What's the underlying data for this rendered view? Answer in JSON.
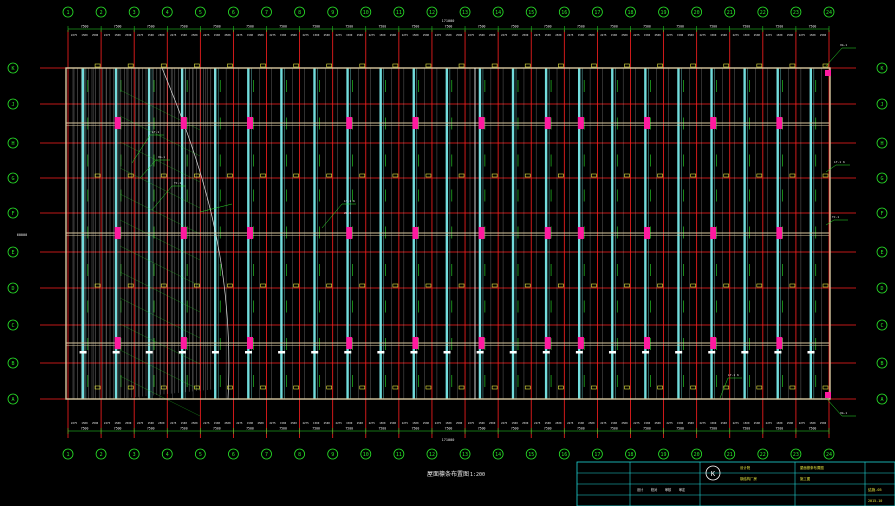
{
  "drawing": {
    "title": "屋面檩条布置图",
    "scale": "1:200",
    "total_dim": "171000",
    "side_dim": "60000"
  },
  "axes": {
    "columns": [
      "1",
      "2",
      "3",
      "4",
      "5",
      "6",
      "7",
      "8",
      "9",
      "10",
      "11",
      "12",
      "13",
      "14",
      "15",
      "16",
      "17",
      "18",
      "19",
      "20",
      "21",
      "22",
      "23",
      "24"
    ],
    "rows": [
      "A",
      "B",
      "C",
      "D",
      "E",
      "F",
      "G",
      "H",
      "J",
      "K"
    ],
    "bay_dim": "7500",
    "bay_sub_dims": [
      "2275",
      "1500",
      "2500"
    ]
  },
  "annotations": {
    "left_callouts": [
      "LT-1",
      "XG-1",
      "TC-1"
    ],
    "middle_callout": [
      "LT-1 6",
      "ZC-1"
    ],
    "right_top": "XG-1",
    "right_mid1": "LT-1 6",
    "right_mid2": "TC-1",
    "right_bottom": "XG-1",
    "bottom_note": "LT-1 6"
  },
  "title_block": {
    "company": "设计院",
    "project": "钢结构厂房",
    "drawing_name": "屋面檩条布置图",
    "drawing_no": "结施-05",
    "fields": [
      "设计",
      "校对",
      "审核",
      "审定"
    ],
    "stage": "施工图",
    "date": "2015-10"
  },
  "colors": {
    "background": "#000000",
    "grid_red": "#ff2020",
    "axis_green": "#29e329",
    "purlin_cyan": "#7ff5f5",
    "brace_magenta": "#ff1aa0",
    "outline_tan": "#d8c8a0",
    "tag_yellow": "#e8e840",
    "title_cyan": "#20d8d8"
  }
}
